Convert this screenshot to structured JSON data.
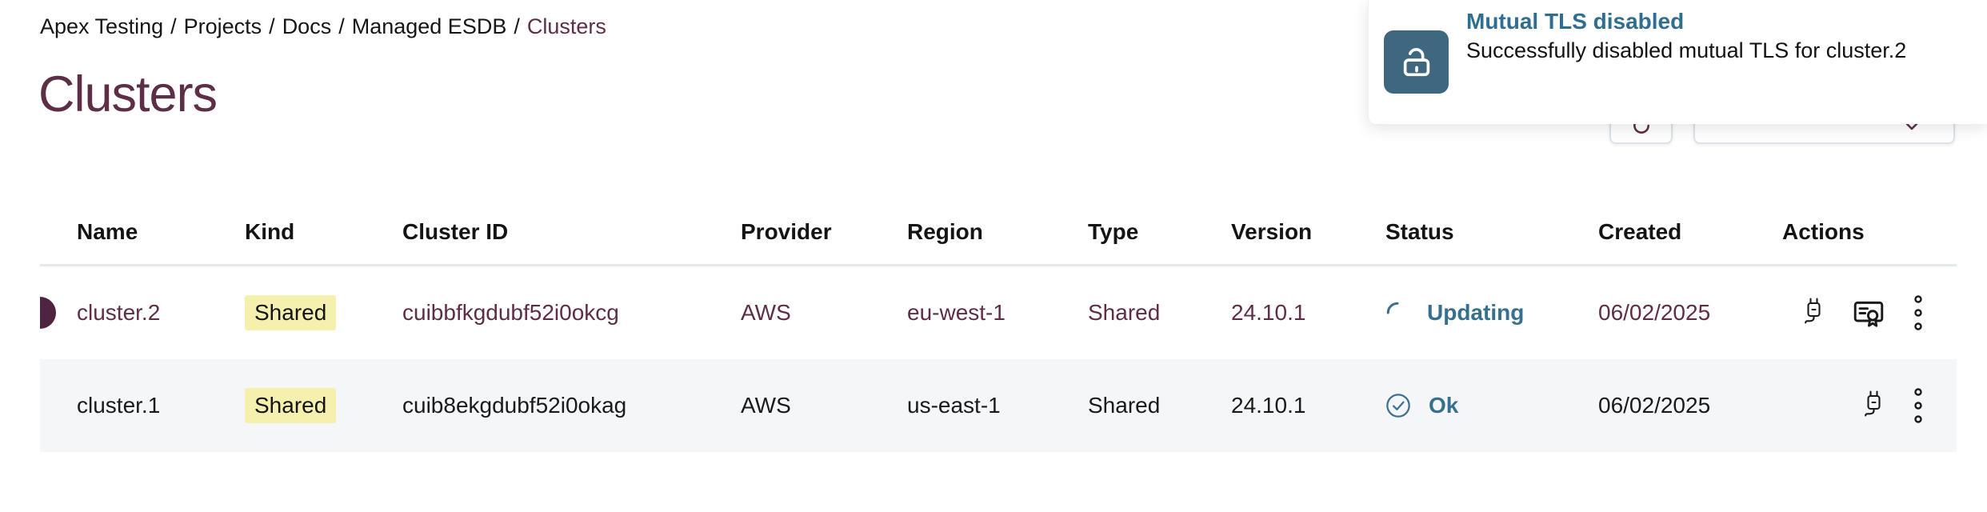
{
  "breadcrumb": {
    "separator": "/",
    "items": [
      {
        "label": "Apex Testing"
      },
      {
        "label": "Projects"
      },
      {
        "label": "Docs"
      },
      {
        "label": "Managed ESDB"
      },
      {
        "label": "Clusters"
      }
    ]
  },
  "page": {
    "title": "Clusters"
  },
  "toast": {
    "icon": "unlock-icon",
    "title": "Mutual TLS disabled",
    "message": "Successfully disabled mutual TLS for cluster.2"
  },
  "toolbar": {
    "buttons": [
      {
        "icon": "refresh-icon"
      },
      {
        "icon": "chevron-down-icon"
      }
    ]
  },
  "table": {
    "columns": [
      "Name",
      "Kind",
      "Cluster ID",
      "Provider",
      "Region",
      "Type",
      "Version",
      "Status",
      "Created",
      "Actions"
    ],
    "rows": [
      {
        "name": "cluster.2",
        "kind": "Shared",
        "cluster_id": "cuibbfkgdubf52i0okcg",
        "provider": "AWS",
        "region": "eu-west-1",
        "type": "Shared",
        "version": "24.10.1",
        "status": "Updating",
        "status_state": "updating",
        "created": "06/02/2025",
        "highlighted": true,
        "actions": [
          "connect-icon",
          "certificate-icon",
          "kebab-menu-icon"
        ]
      },
      {
        "name": "cluster.1",
        "kind": "Shared",
        "cluster_id": "cuib8ekgdubf52i0okag",
        "provider": "AWS",
        "region": "us-east-1",
        "type": "Shared",
        "version": "24.10.1",
        "status": "Ok",
        "status_state": "ok",
        "created": "06/02/2025",
        "highlighted": false,
        "actions": [
          "connect-icon",
          "kebab-menu-icon"
        ]
      }
    ]
  },
  "colors": {
    "maroon_text": "#5d2e46",
    "maroon_indicator": "#4f2440",
    "teal_icon_bg": "#3d687f",
    "teal_text": "#35708f",
    "toast_title": "#2f6e92",
    "badge_yellow": "#f6f0ae",
    "row_alt_bg": "#f4f6f8",
    "divider": "#e3e9ee"
  }
}
